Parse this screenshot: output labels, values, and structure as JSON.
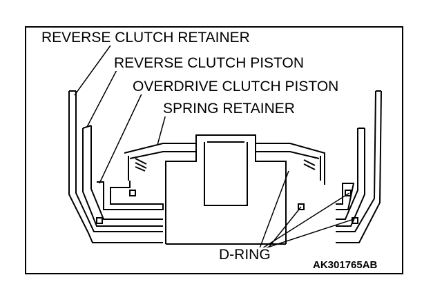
{
  "labels": {
    "reverse_clutch_retainer": "REVERSE CLUTCH RETAINER",
    "reverse_clutch_piston": "REVERSE CLUTCH PISTON",
    "overdrive_clutch_piston": "OVERDRIVE CLUTCH PISTON",
    "spring_retainer": "SPRING RETAINER",
    "d_ring": "D-RING"
  },
  "figure_code": "AK301765AB",
  "colors": {
    "line": "#000000",
    "background": "#ffffff"
  }
}
